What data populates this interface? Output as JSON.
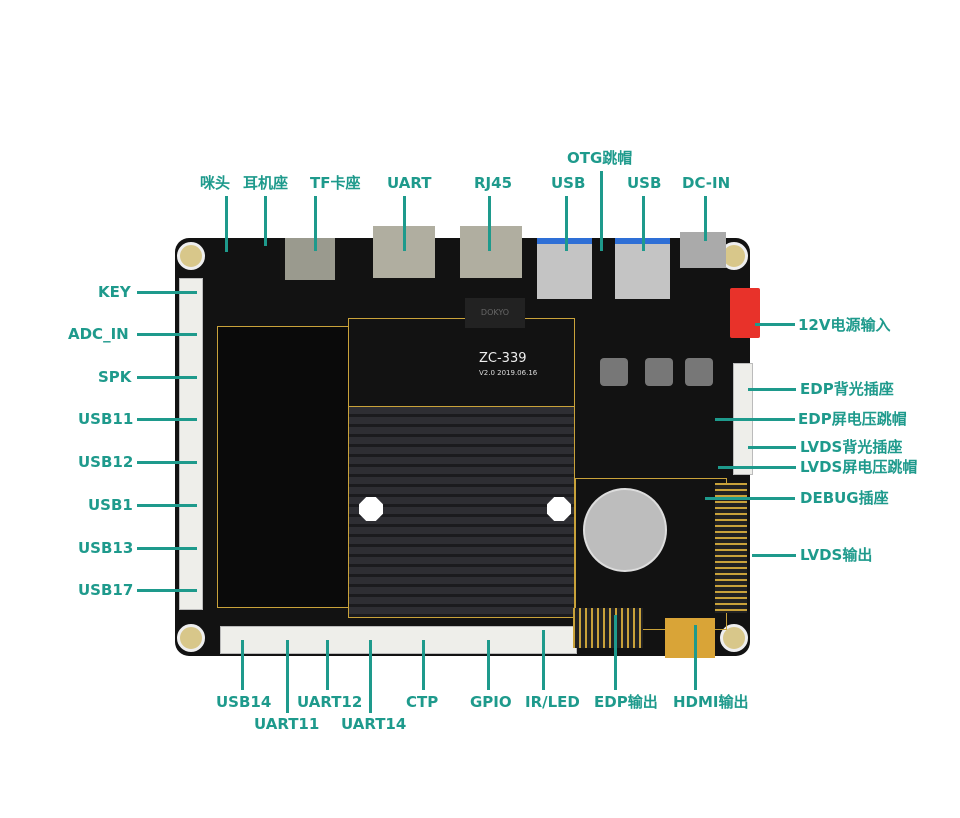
{
  "colors": {
    "label": "#1e9a8c",
    "board": "#121212",
    "trace": "#c9a23a",
    "heatsink": "#2a2a2e",
    "power_connector": "#e8322a"
  },
  "board": {
    "model": "ZC-339",
    "version": "V2.0  2019.06.16",
    "chip_mark": "DOKYO"
  },
  "labels": {
    "top": [
      "咪头",
      "耳机座",
      "TF卡座",
      "UART",
      "RJ45",
      "USB",
      "OTG跳帽",
      "USB",
      "DC-IN"
    ],
    "left": [
      "KEY",
      "ADC_IN",
      "SPK",
      "USB11",
      "USB12",
      "USB1",
      "USB13",
      "USB17"
    ],
    "right": [
      "12V电源输入",
      "EDP背光插座",
      "EDP屏电压跳帽",
      "LVDS背光插座",
      "LVDS屏电压跳帽",
      "DEBUG插座",
      "LVDS输出"
    ],
    "bottom": [
      "USB14",
      "UART11",
      "UART12",
      "UART14",
      "CTP",
      "GPIO",
      "IR/LED",
      "EDP输出",
      "HDMI输出"
    ]
  }
}
